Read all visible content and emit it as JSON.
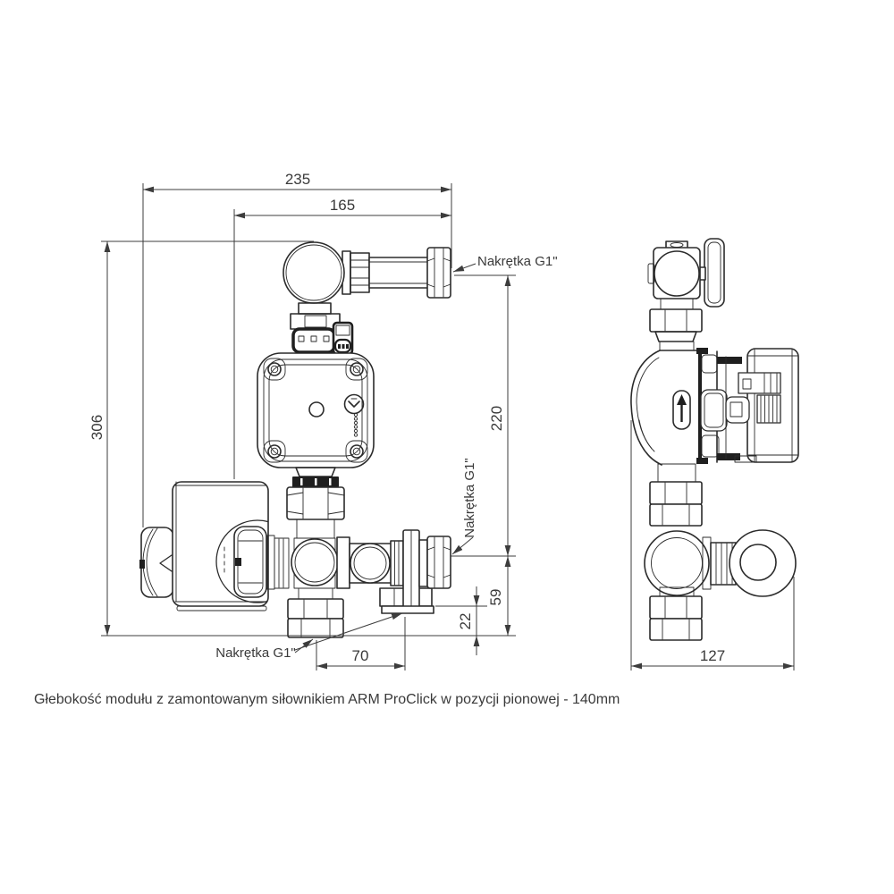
{
  "caption": "Głebokość modułu z zamontowanym siłownikiem ARM ProClick w pozycji pionowej - 140mm",
  "labels": {
    "nut_top": "Nakrętka G1\"",
    "nut_mid": "Nakrętka G1\"",
    "nut_bottom": "Nakrętka G1\""
  },
  "dimensions": {
    "total_width": "235",
    "inner_width": "165",
    "total_height": "306",
    "upper_height": "220",
    "lower_height": "59",
    "drain_offset": "22",
    "outlet_width": "70",
    "side_depth": "127"
  },
  "colors": {
    "line": "#2b2b2b",
    "dimension": "#3c3c3c",
    "text": "#3a3a3a"
  }
}
